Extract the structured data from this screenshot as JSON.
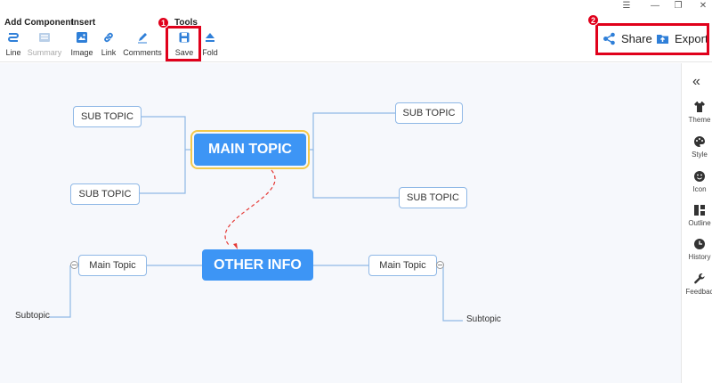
{
  "toolbar": {
    "groups": {
      "add_component": "Add Component",
      "insert": "Insert",
      "tools": "Tools"
    },
    "tools": {
      "line": "Line",
      "summary": "Summary",
      "image": "Image",
      "link": "Link",
      "comments": "Comments",
      "save": "Save",
      "fold": "Fold"
    },
    "share": "Share",
    "export": "Export",
    "window": {
      "menu": "☰",
      "minimize": "—",
      "restore": "❐",
      "close": "✕"
    }
  },
  "annotations": {
    "badge_1": "1",
    "badge_2": "2",
    "highlight_color": "#e0001b"
  },
  "mindmap": {
    "main_topic": "MAIN TOPIC",
    "sub_topics": [
      "SUB TOPIC",
      "SUB TOPIC",
      "SUB TOPIC",
      "SUB TOPIC"
    ],
    "other_info": "OTHER INFO",
    "left_main": "Main Topic",
    "right_main": "Main Topic",
    "left_sub": "Subtopic",
    "right_sub": "Subtopic",
    "accent_color": "#3d95f5",
    "relation_color": "#e53935"
  },
  "side_panel": {
    "toggle": "«",
    "items": [
      "Theme",
      "Style",
      "Icon",
      "Outline",
      "History",
      "Feedbac"
    ]
  }
}
